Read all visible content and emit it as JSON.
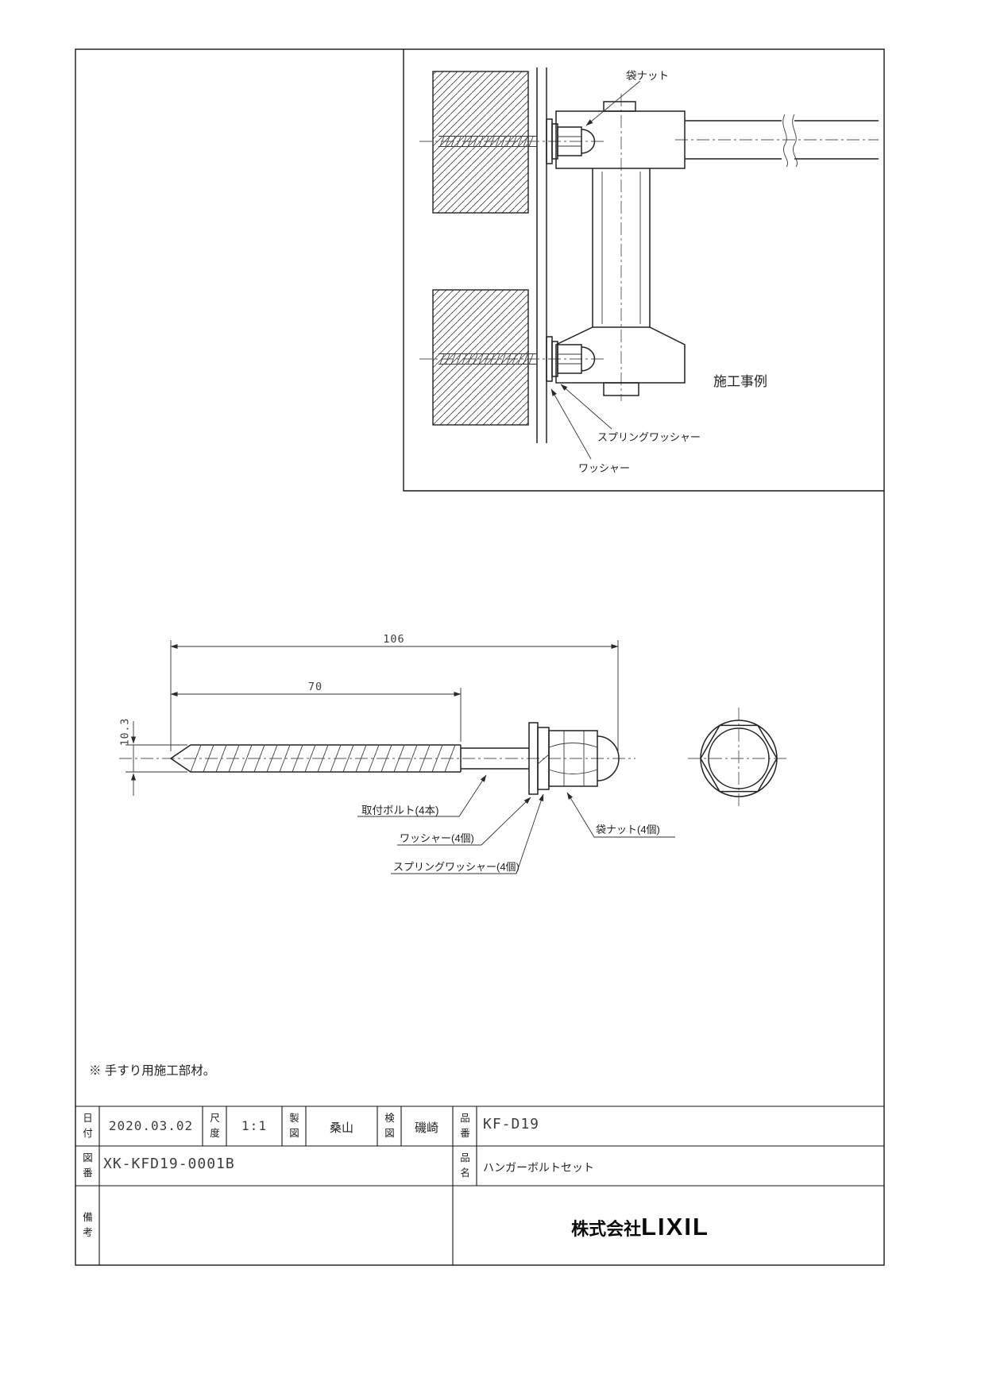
{
  "detail_view": {
    "title": "施工事例",
    "labels": {
      "cap_nut": "袋ナット",
      "spring_washer": "スプリングワッシャー",
      "washer": "ワッシャー"
    }
  },
  "bolt_view": {
    "dimensions": {
      "overall_length": "106",
      "thread_length": "70",
      "diameter": "10.3"
    },
    "labels": {
      "bolt": "取付ボルト(4本)",
      "washer": "ワッシャー(4個)",
      "spring_washer": "スプリングワッシャー(4個)",
      "cap_nut": "袋ナット(4個)"
    }
  },
  "note": "※ 手すり用施工部材。",
  "title_block": {
    "date_label": "日付",
    "date": "2020.03.02",
    "scale_label": "尺度",
    "scale": "1:1",
    "drafter_label": "製図",
    "drafter": "桑山",
    "checker_label": "検図",
    "checker": "磯崎",
    "part_no_label": "品番",
    "part_no": "KF-D19",
    "drawing_no_label": "図番",
    "drawing_no": "XK-KFD19-0001B",
    "product_name_label": "品名",
    "product_name": "ハンガーボルトセット",
    "remarks_label": "備考",
    "company_prefix": "株式会社",
    "company_name": "LIXIL"
  }
}
